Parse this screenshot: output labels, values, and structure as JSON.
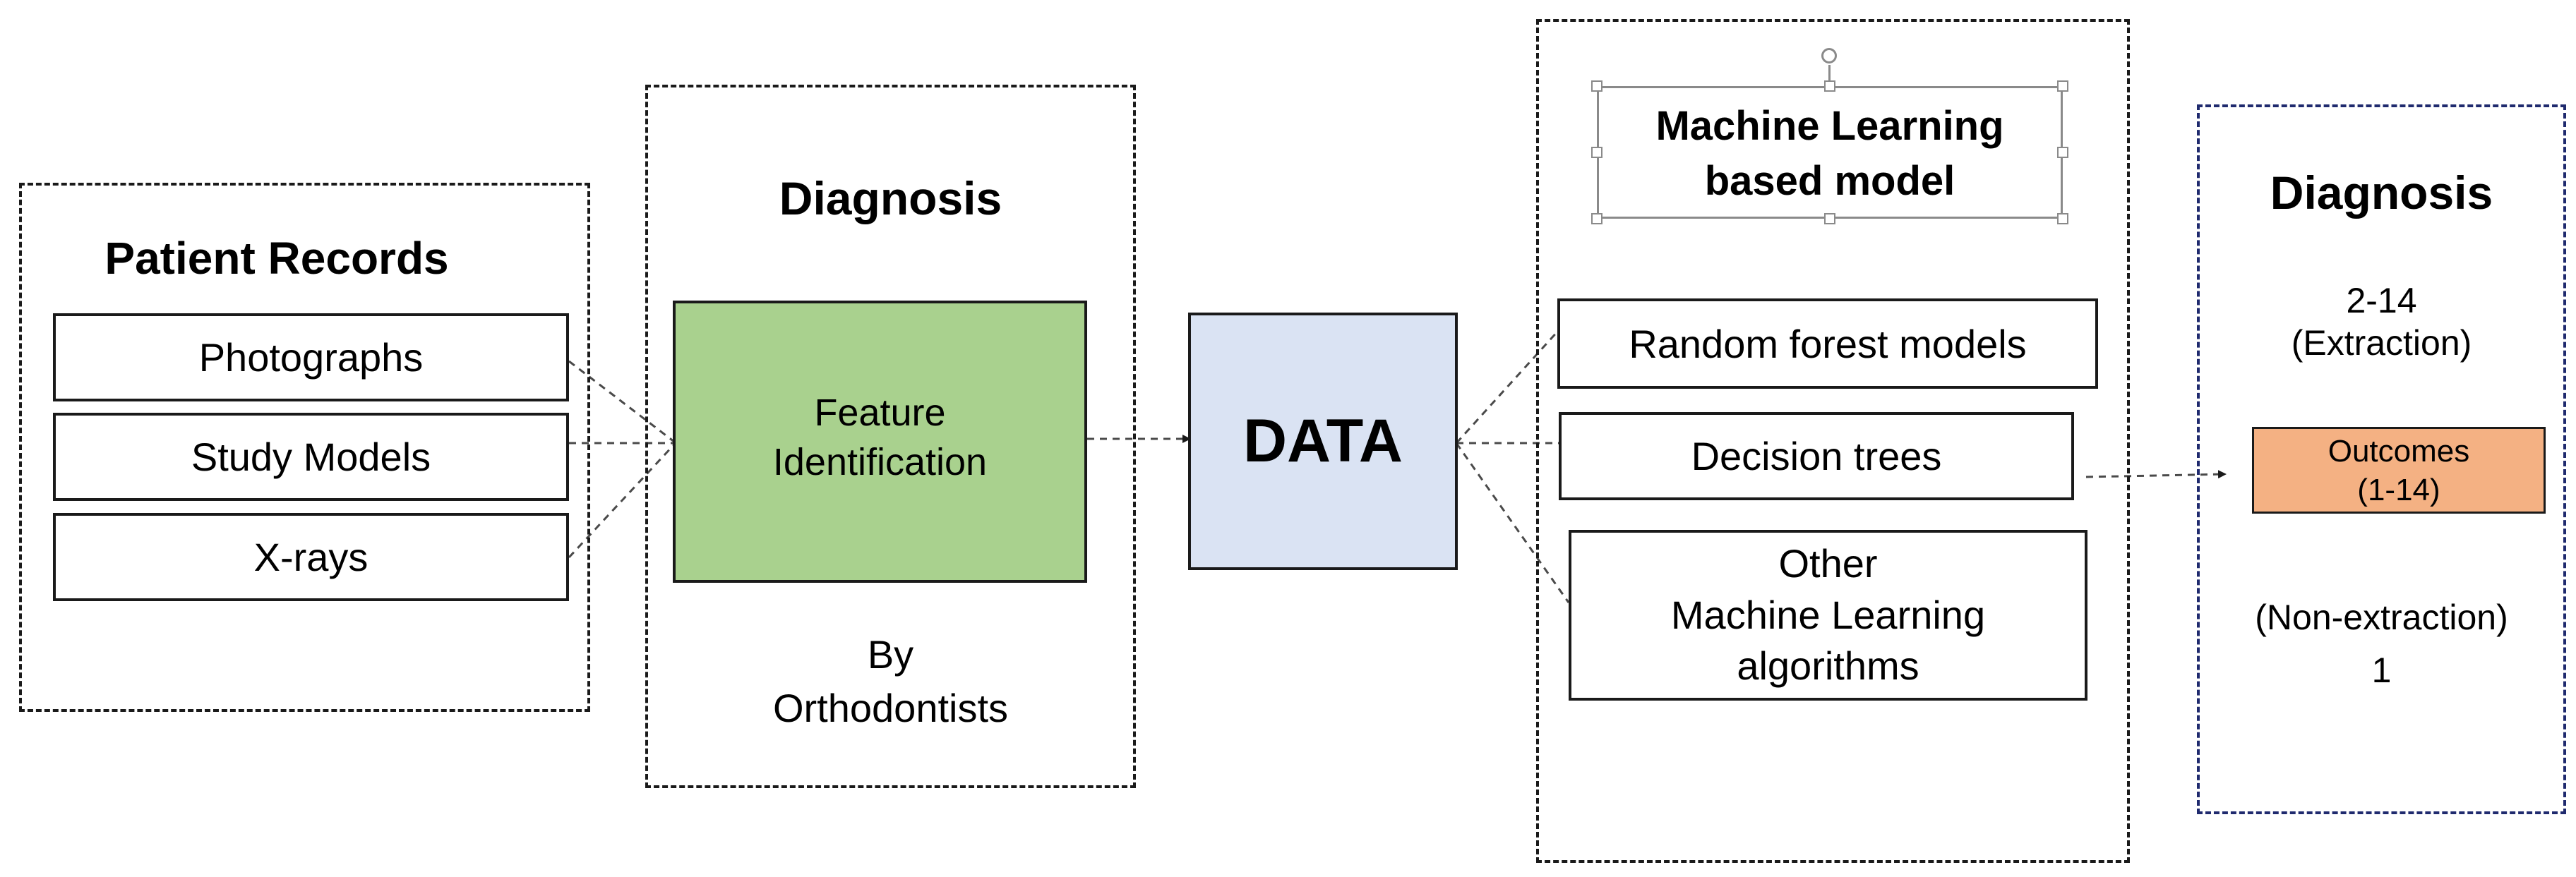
{
  "patient_records": {
    "title": "Patient Records",
    "items": [
      "Photographs",
      "Study Models",
      "X-rays"
    ]
  },
  "diagnosis_panel": {
    "title": "Diagnosis",
    "feature_box": "Feature\nIdentification",
    "by_line": "By\nOrthodontists"
  },
  "data_box": "DATA",
  "ml_panel": {
    "title": "Machine Learning\nbased model",
    "models": [
      "Random forest models",
      "Decision trees",
      "Other\nMachine Learning\nalgorithms"
    ]
  },
  "outcome_panel": {
    "title": "Diagnosis",
    "extraction": "2-14\n(Extraction)",
    "outcomes": "Outcomes\n(1-14)",
    "non_extraction": "(Non-extraction)\n1"
  },
  "colors": {
    "feature_fill": "#a9d18e",
    "data_fill": "#dae3f3",
    "outcome_fill": "#f4b183",
    "outcome_border": "#1f2a6e"
  }
}
